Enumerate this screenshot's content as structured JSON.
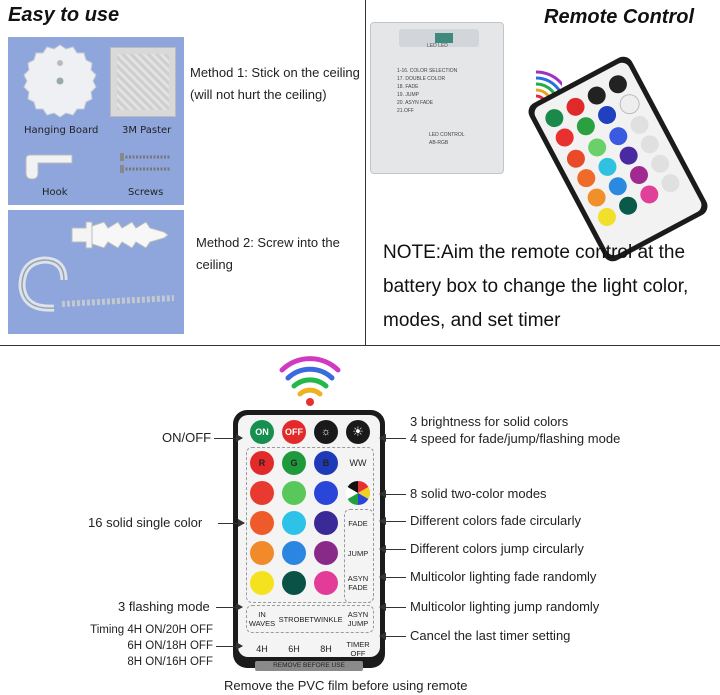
{
  "top_left": {
    "title": "Easy to use",
    "labels": {
      "hanging_board": "Hanging Board",
      "paster": "3M Paster",
      "hook": "Hook",
      "screws": "Screws"
    },
    "method1_line1": "Method 1: Stick on the ceiling",
    "method1_line2": "(will not hurt the ceiling)",
    "method2_line1": "Method 2: Screw into the",
    "method2_line2": "ceiling"
  },
  "top_right": {
    "title": "Remote Control",
    "box_text": [
      "1-16. COLOR SELECTION",
      "17. DOUBLE COLOR",
      "18. FADE",
      "19. JUMP",
      "20. ASYN FADE",
      "21.OFF"
    ],
    "box_label_top": "LED LED",
    "box_label_bottom_1": "LED CONTROL",
    "box_label_bottom_2": "AB-RGB",
    "note_line1": "NOTE:Aim the remote control at the",
    "note_line2": "battery box  to change the light color,",
    "note_line3": "modes, and set timer"
  },
  "bottom": {
    "left_labels": {
      "onoff": "ON/OFF",
      "single": "16 solid single color",
      "flashing": "3 flashing mode",
      "timer1": "Timing 4H ON/20H OFF",
      "timer2": "6H ON/18H OFF",
      "timer3": "8H ON/16H OFF"
    },
    "right_labels": {
      "brightness": "3 brightness for solid colors",
      "speed": "4 speed for fade/jump/flashing mode",
      "two_color": "8 solid two-color modes",
      "fade": "Different colors fade circularly",
      "jump": "Different colors jump circularly",
      "asyn_fade": "Multicolor lighting fade randomly",
      "asyn_jump": "Multicolor lighting jump randomly",
      "timer_off": "Cancel the last timer setting"
    },
    "remote_keys": {
      "on": "ON",
      "off": "OFF",
      "r": "R",
      "g": "G",
      "b": "B",
      "ww": "WW",
      "fade": "FADE",
      "jump": "JUMP",
      "asyn_fade": "ASYN FADE",
      "in_waves": "IN WAVES",
      "strobe": "STROBE",
      "twinkle": "TWINKLE",
      "asyn_jump": "ASYN JUMP",
      "h4": "4H",
      "h6": "6H",
      "h8": "8H",
      "timer_off": "TIMER OFF"
    },
    "pvc_tab": "REMOVE BEFORE USE",
    "footer": "Remove the PVC film before using remote"
  },
  "colors": {
    "panel_blue": "#8ea6dc",
    "remote_body": "#1b1b1b"
  }
}
